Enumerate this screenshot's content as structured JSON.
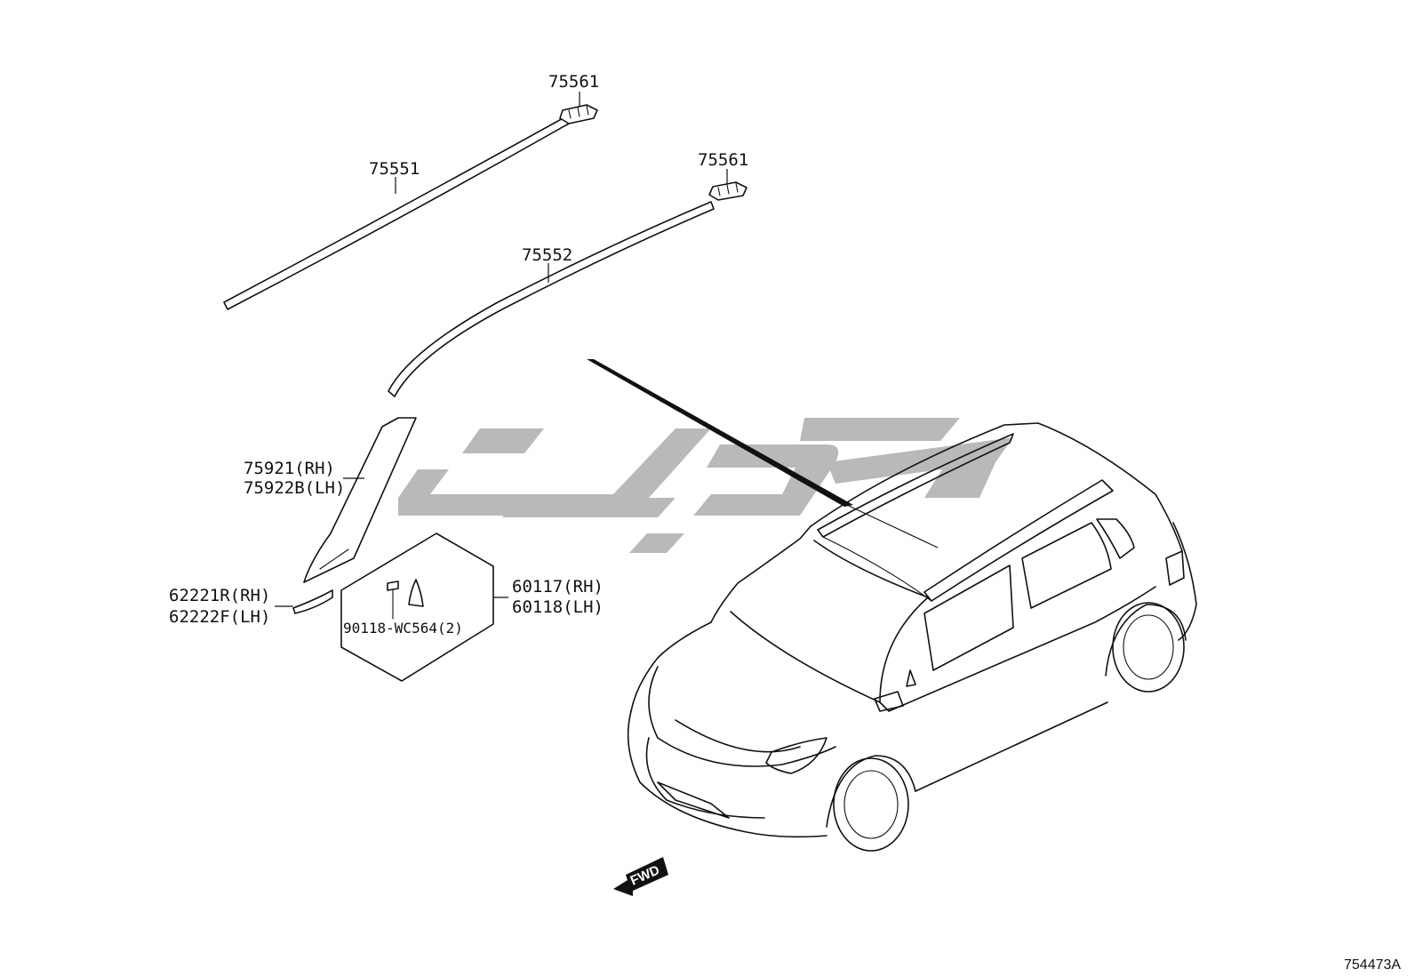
{
  "figure_code": "754473A",
  "direction_label": "FWD",
  "parts": {
    "clip_upper": "75561",
    "clip_lower": "75561",
    "roof_molding_rh": "75551",
    "roof_molding_lh": "75552",
    "pillar_garnish_rh": "75921(RH)",
    "pillar_garnish_lh": "75922B(LH)",
    "cowl_seal_rh": "62221R(RH)",
    "cowl_seal_lh": "62222F(LH)",
    "triangle_rh": "60117(RH)",
    "triangle_lh": "60118(LH)",
    "screw": "90118-WC564(2)"
  },
  "colors": {
    "line": "#111111",
    "watermark": "#b9b9b9",
    "background": "#ffffff"
  }
}
